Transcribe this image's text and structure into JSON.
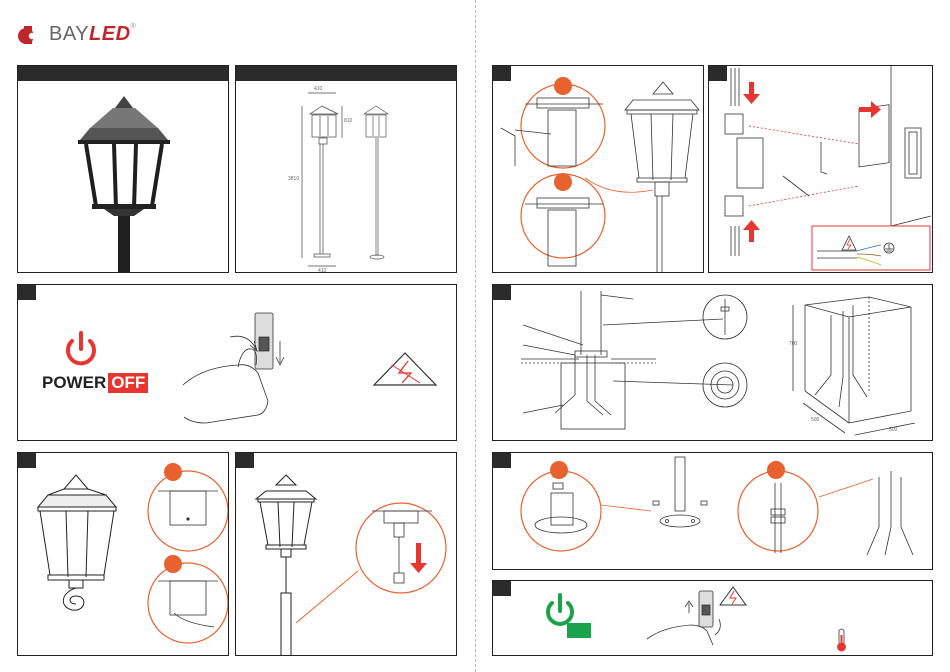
{
  "brand": {
    "name_part1": "BAY",
    "name_part2": "LED",
    "registered": "®"
  },
  "colors": {
    "brand_red": "#c0272d",
    "accent_orange": "#e8622f",
    "power_red": "#e8352f",
    "power_green": "#1aa34a",
    "panel_header": "#2b2b2b"
  },
  "dimensions": {
    "top_width": "410",
    "head_height": "810",
    "total_height": "3810",
    "base_width": "410",
    "foundation_height": "700",
    "foundation_width": "500",
    "foundation_depth": "500"
  },
  "power_off": {
    "word": "POWER",
    "state": "OFF",
    "icon": "power-icon"
  },
  "power_on": {
    "icon": "power-icon"
  },
  "icons": {
    "warning": "high-voltage-warning-icon",
    "thermometer": "thermometer-icon",
    "ground": "ground-icon"
  }
}
